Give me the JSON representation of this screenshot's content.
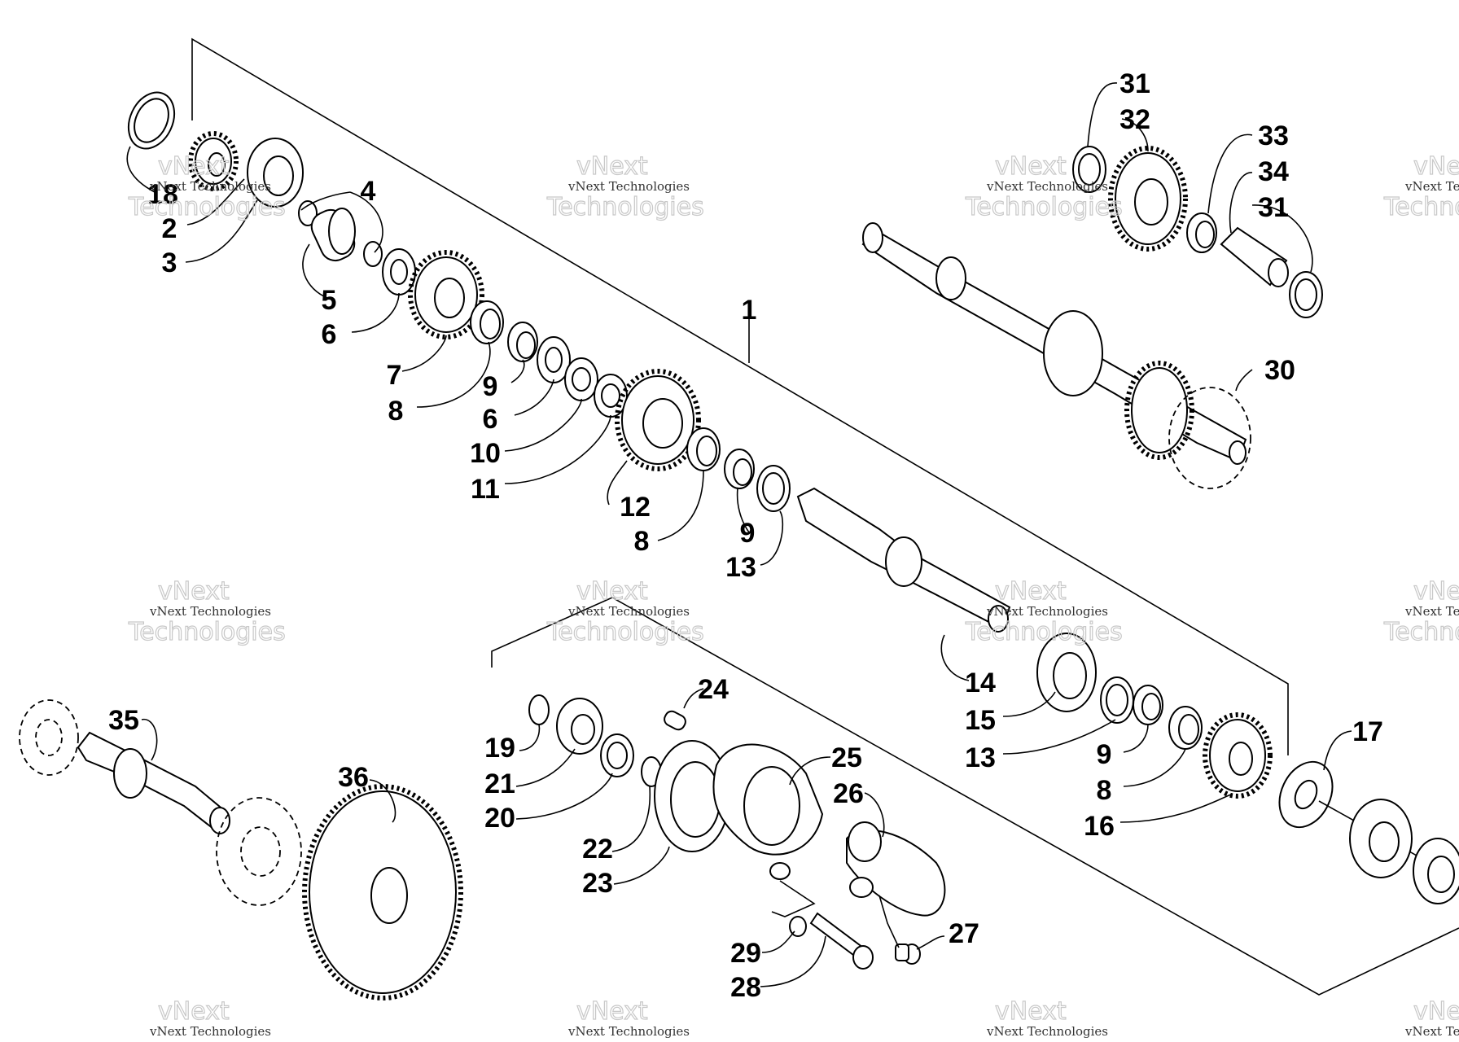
{
  "diagram": {
    "watermark": {
      "line1": "vNext Technologies",
      "line2": "Technologies",
      "line3": "vNext"
    },
    "callouts": [
      {
        "id": "c18",
        "label": "18"
      },
      {
        "id": "c2",
        "label": "2"
      },
      {
        "id": "c3",
        "label": "3"
      },
      {
        "id": "c4",
        "label": "4"
      },
      {
        "id": "c5",
        "label": "5"
      },
      {
        "id": "c6a",
        "label": "6"
      },
      {
        "id": "c7",
        "label": "7"
      },
      {
        "id": "c8a",
        "label": "8"
      },
      {
        "id": "c9a",
        "label": "9"
      },
      {
        "id": "c6b",
        "label": "6"
      },
      {
        "id": "c10",
        "label": "10"
      },
      {
        "id": "c11",
        "label": "11"
      },
      {
        "id": "c12",
        "label": "12"
      },
      {
        "id": "c8b",
        "label": "8"
      },
      {
        "id": "c9b",
        "label": "9"
      },
      {
        "id": "c13a",
        "label": "13"
      },
      {
        "id": "c1",
        "label": "1"
      },
      {
        "id": "c14",
        "label": "14"
      },
      {
        "id": "c15",
        "label": "15"
      },
      {
        "id": "c13b",
        "label": "13"
      },
      {
        "id": "c9c",
        "label": "9"
      },
      {
        "id": "c8c",
        "label": "8"
      },
      {
        "id": "c16",
        "label": "16"
      },
      {
        "id": "c17",
        "label": "17"
      },
      {
        "id": "c31a",
        "label": "31"
      },
      {
        "id": "c32",
        "label": "32"
      },
      {
        "id": "c33",
        "label": "33"
      },
      {
        "id": "c34",
        "label": "34"
      },
      {
        "id": "c31b",
        "label": "31"
      },
      {
        "id": "c30",
        "label": "30"
      },
      {
        "id": "c35",
        "label": "35"
      },
      {
        "id": "c36",
        "label": "36"
      },
      {
        "id": "c19",
        "label": "19"
      },
      {
        "id": "c21",
        "label": "21"
      },
      {
        "id": "c20",
        "label": "20"
      },
      {
        "id": "c22",
        "label": "22"
      },
      {
        "id": "c23",
        "label": "23"
      },
      {
        "id": "c24",
        "label": "24"
      },
      {
        "id": "c25",
        "label": "25"
      },
      {
        "id": "c26",
        "label": "26"
      },
      {
        "id": "c27",
        "label": "27"
      },
      {
        "id": "c29",
        "label": "29"
      },
      {
        "id": "c28",
        "label": "28"
      }
    ]
  }
}
